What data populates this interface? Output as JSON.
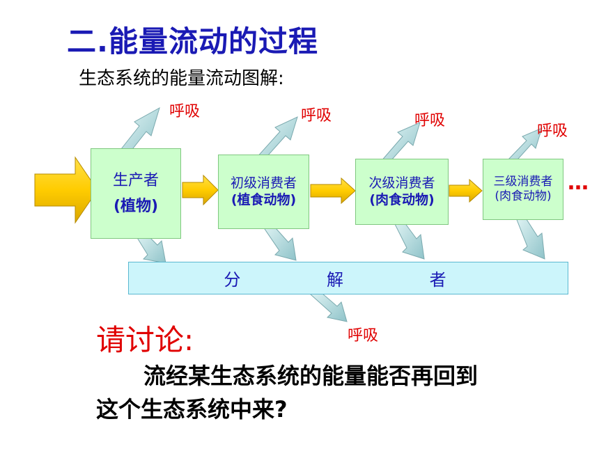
{
  "title": "二.能量流动的过程",
  "subtitle": "生态系统的能量流动图解:",
  "respiration_label": "呼吸",
  "producer": {
    "line1": "生产者",
    "line2": "(植物)"
  },
  "primary": {
    "line1": "初级消费者",
    "line2": "(植食动物)"
  },
  "secondary": {
    "line1": "次级消费者",
    "line2": "(肉食动物)"
  },
  "tertiary": {
    "line1": "三级消费者",
    "line2": "(肉食动物)"
  },
  "decomposer": "分 解 者",
  "ellipsis": "…",
  "discussion": {
    "heading": "请讨论:",
    "line1": "流经某生态系统的能量能否再回到",
    "line2": "这个生态系统中来?"
  },
  "colors": {
    "title": "#1a1ab4",
    "accent_red": "#e00000",
    "yellow_arrow": "#ffcc00",
    "green_box": "#ccffcc",
    "cyan_box": "#ccf5fb",
    "arrow_fill": "#b5dde0"
  }
}
